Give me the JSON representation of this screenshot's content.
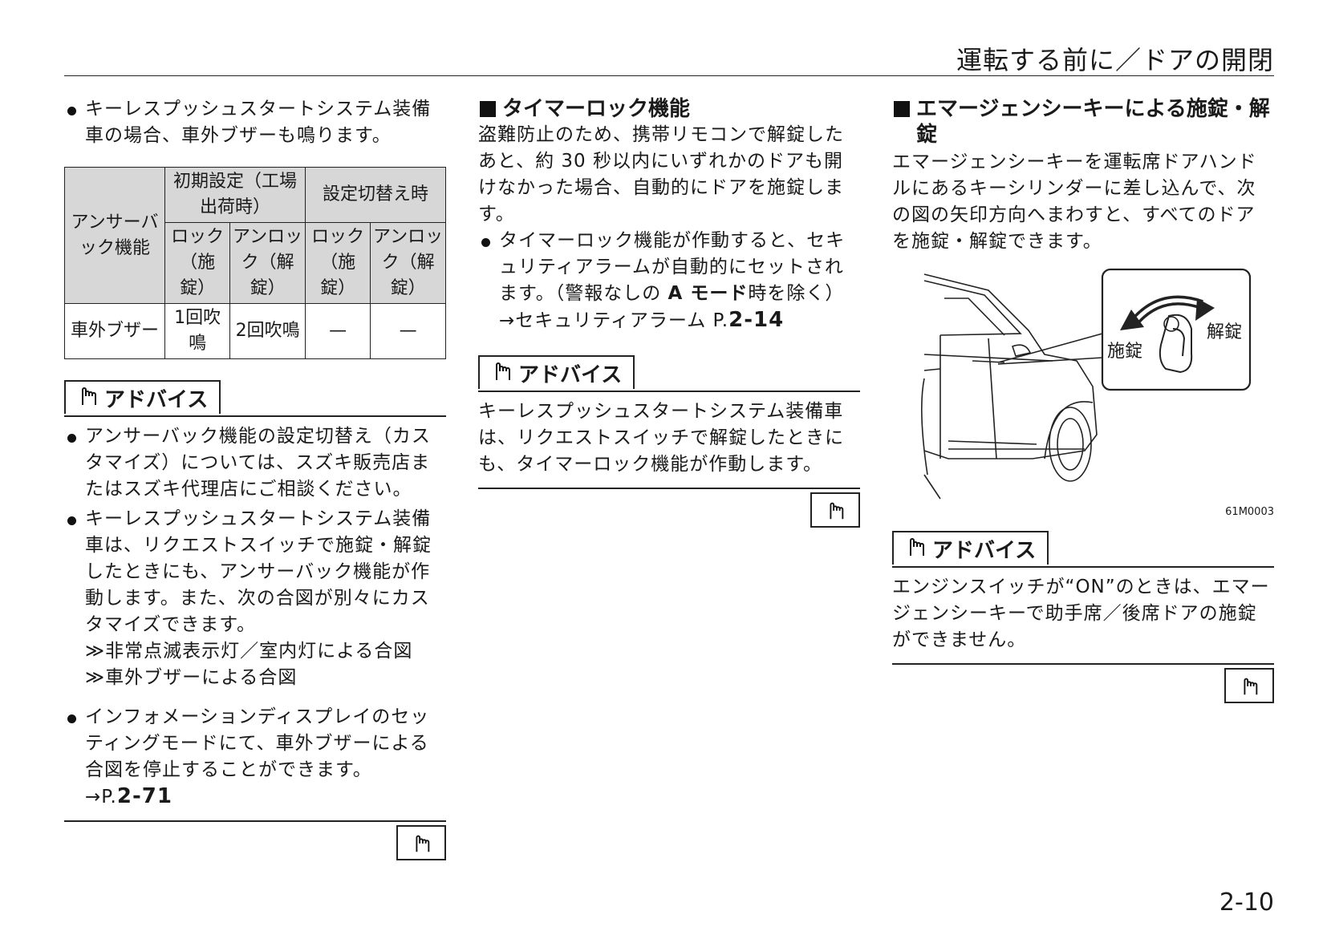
{
  "header": {
    "title": "運転する前に／ドアの開閉"
  },
  "col1": {
    "bullet1": "キーレスプッシュスタートシステム装備車の場合、車外ブザーも鳴ります。",
    "table": {
      "h_feature": "アンサーバック機能",
      "h_initial": "初期設定（工場出荷時）",
      "h_switch": "設定切替え時",
      "h_lock": "ロック（施錠）",
      "h_unlock": "アンロック（解錠）",
      "row_label": "車外ブザー",
      "v1": "1回吹鳴",
      "v2": "2回吹鳴",
      "v3": "—",
      "v4": "—"
    },
    "advice_label": "アドバイス",
    "advice_b1": "アンサーバック機能の設定切替え（カスタマイズ）については、スズキ販売店またはスズキ代理店にご相談ください。",
    "advice_b2": "キーレスプッシュスタートシステム装備車は、リクエストスイッチで施錠・解錠したときにも、アンサーバック機能が作動します。また、次の合図が別々にカスタマイズできます。",
    "advice_b2_sub1": "≫非常点滅表示灯／室内灯による合図",
    "advice_b2_sub2": "≫車外ブザーによる合図",
    "advice_b3": "インフォメーションディスプレイのセッティングモードにて、車外ブザーによる合図を停止することができます。",
    "advice_b3_ref_prefix": "→P.",
    "advice_b3_ref_num": "2-71"
  },
  "col2": {
    "heading": "タイマーロック機能",
    "para": "盗難防止のため、携帯リモコンで解錠したあと、約 30 秒以内にいずれかのドアも開けなかった場合、自動的にドアを施錠します。",
    "bullet_pre": "タイマーロック機能が作動すると、セキュリティアラームが自動的にセットされます。（警報なしの ",
    "bullet_bold": "A モード",
    "bullet_post": "時を除く）",
    "ref_prefix": "→セキュリティアラーム P.",
    "ref_num": "2-14",
    "advice_label": "アドバイス",
    "advice_text": "キーレスプッシュスタートシステム装備車は、リクエストスイッチで解錠したときにも、タイマーロック機能が作動します。"
  },
  "col3": {
    "heading": "エマージェンシーキーによる施錠・解錠",
    "para": "エマージェンシーキーを運転席ドアハンドルにあるキーシリンダーに差し込んで、次の図の矢印方向へまわすと、すべてのドアを施錠・解錠できます。",
    "figure_lock_label": "施錠",
    "figure_unlock_label": "解錠",
    "figure_code": "61M0003",
    "advice_label": "アドバイス",
    "advice_text": "エンジンスイッチが“ON”のときは、エマージェンシーキーで助手席／後席ドアの施錠ができません。"
  },
  "page_number": "2-10",
  "icons": {
    "advice": "pointing-hand-icon",
    "end_mark": "pointing-hand-icon"
  }
}
